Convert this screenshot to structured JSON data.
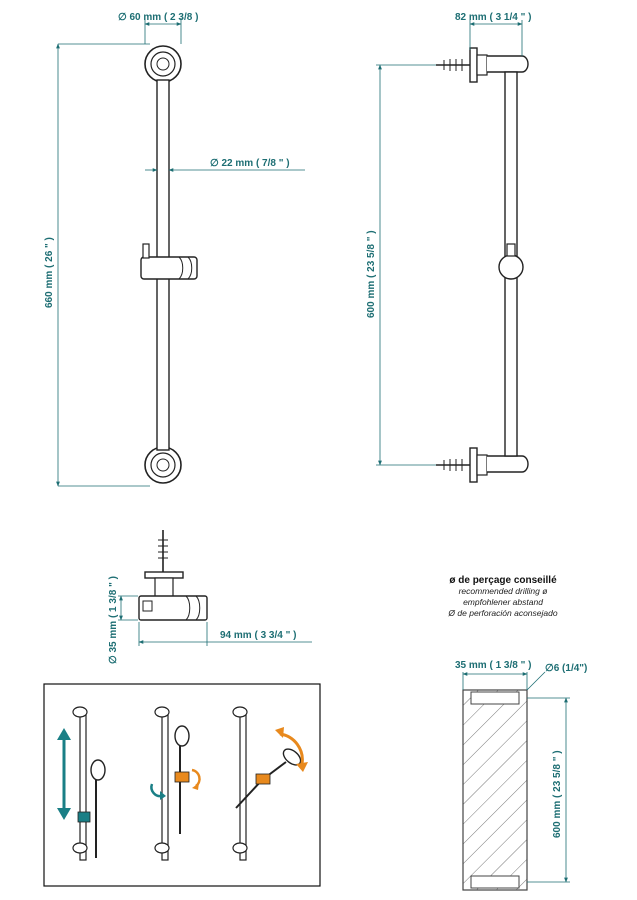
{
  "front_view": {
    "width_label": "∅  60 mm  ( 2 3/8 )",
    "tube_label": "∅  22 mm  ( 7/8 \" )",
    "height_label": "660 mm  ( 26 \" )"
  },
  "side_view": {
    "depth_label": "82 mm  ( 3 1/4 \" )",
    "spacing_label": "600 mm  ( 23 5/8 \" )"
  },
  "slider_detail": {
    "diameter_label": "∅  35 mm  ( 1 3/8 \" )",
    "length_label": "94 mm  ( 3 3/4 \" )"
  },
  "drilling_note": {
    "title": "ø de perçage conseillé",
    "lines": [
      "recommended drilling ø",
      "empfohlener abstand",
      "Ø de perforación aconsejado"
    ]
  },
  "wall_detail": {
    "width_label": "35 mm  ( 1 3/8 \" )",
    "hole_label": "∅6 (1/4\")",
    "spacing_label": "600 mm  ( 23 5/8 \" )"
  },
  "colors": {
    "dimension": "#1d6e73",
    "line": "#222222",
    "accent_teal": "#1a7f86",
    "accent_orange": "#e8891d"
  },
  "icons": [
    "up-down-arrow-icon",
    "rotate-arrow-icon",
    "swivel-arrow-icon"
  ]
}
